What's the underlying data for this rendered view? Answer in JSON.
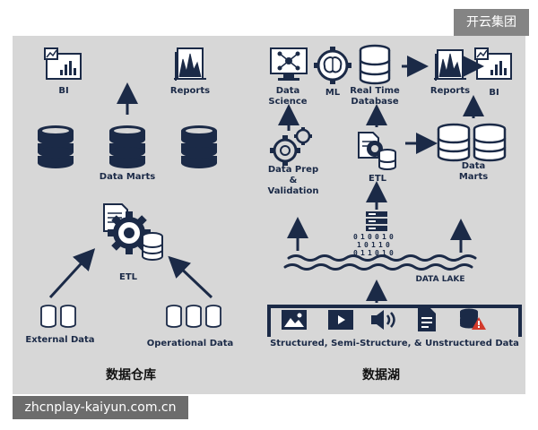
{
  "watermark": {
    "brand": "开云集团",
    "url": "zhcnplay-kaiyun.com.cn"
  },
  "warehouse": {
    "title": "数据仓库",
    "bi": "BI",
    "reports": "Reports",
    "data_marts": "Data Marts",
    "etl": "ETL",
    "external_data": "External Data",
    "operational_data": "Operational Data"
  },
  "lake": {
    "title": "数据湖",
    "data_science": "Data\nScience",
    "ml": "ML",
    "real_time_database": "Real Time\nDatabase",
    "reports": "Reports",
    "bi": "BI",
    "data_prep": "Data Prep &\nValidation",
    "etl": "ETL",
    "data_marts": "Data\nMarts",
    "data_lake": "DATA LAKE",
    "sources": "Structured, Semi-Structure, & Unstructured Data"
  },
  "colors": {
    "ink": "#1b2a47",
    "panel": "#d7d7d7",
    "accent_red": "#d23a2c"
  }
}
